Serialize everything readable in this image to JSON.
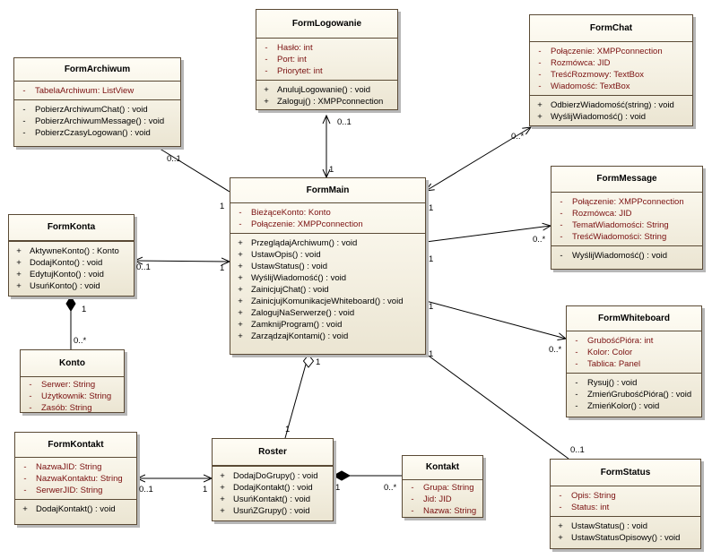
{
  "classes": {
    "logowanie": {
      "name": "FormLogowanie",
      "attributes": [
        {
          "vis": "-",
          "text": "Hasło:  int"
        },
        {
          "vis": "-",
          "text": "Port:  int"
        },
        {
          "vis": "-",
          "text": "Priorytet:  int"
        }
      ],
      "operations": [
        {
          "vis": "+",
          "text": "AnulujLogowanie() : void"
        },
        {
          "vis": "+",
          "text": "Zaloguj() : XMPPconnection"
        }
      ]
    },
    "chat": {
      "name": "FormChat",
      "attributes": [
        {
          "vis": "-",
          "text": "Połączenie:  XMPPconnection"
        },
        {
          "vis": "-",
          "text": "Rozmówca:  JID"
        },
        {
          "vis": "-",
          "text": "TreśćRozmowy:  TextBox"
        },
        {
          "vis": "-",
          "text": "Wiadomość:  TextBox"
        }
      ],
      "operations": [
        {
          "vis": "+",
          "text": "OdbierzWiadomość(string) : void"
        },
        {
          "vis": "+",
          "text": "WyślijWiadomość() : void"
        }
      ]
    },
    "archiwum": {
      "name": "FormArchiwum",
      "attributes": [
        {
          "vis": "-",
          "text": "TabelaArchiwum:  ListView"
        }
      ],
      "operations": [
        {
          "vis": "-",
          "text": "PobierzArchiwumChat() : void"
        },
        {
          "vis": "-",
          "text": "PobierzArchiwumMessage() : void"
        },
        {
          "vis": "-",
          "text": "PobierzCzasyLogowan() : void"
        }
      ]
    },
    "main": {
      "name": "FormMain",
      "attributes": [
        {
          "vis": "-",
          "text": "BieżąceKonto:  Konto"
        },
        {
          "vis": "-",
          "text": "Połączenie:  XMPPconnection"
        }
      ],
      "operations": [
        {
          "vis": "+",
          "text": "PrzeglądajArchiwum() : void"
        },
        {
          "vis": "+",
          "text": "UstawOpis() : void"
        },
        {
          "vis": "+",
          "text": "UstawStatus() : void"
        },
        {
          "vis": "+",
          "text": "WyślijWiadomość() : void"
        },
        {
          "vis": "+",
          "text": "ZainicjujChat() : void"
        },
        {
          "vis": "+",
          "text": "ZainicjujKomunikacjeWhiteboard() : void"
        },
        {
          "vis": "+",
          "text": "ZalogujNaSerwerze() : void"
        },
        {
          "vis": "+",
          "text": "ZamknijProgram() : void"
        },
        {
          "vis": "+",
          "text": "ZarządzajKontami() : void"
        }
      ]
    },
    "message": {
      "name": "FormMessage",
      "attributes": [
        {
          "vis": "-",
          "text": "Połączenie:  XMPPconnection"
        },
        {
          "vis": "-",
          "text": "Rozmówca:  JID"
        },
        {
          "vis": "-",
          "text": "TematWiadomości:  String"
        },
        {
          "vis": "-",
          "text": "TreśćWiadomości:  String"
        }
      ],
      "operations": [
        {
          "vis": "-",
          "text": "WyślijWiadomość() : void"
        }
      ]
    },
    "konta": {
      "name": "FormKonta",
      "attributes": [],
      "operations": [
        {
          "vis": "+",
          "text": "AktywneKonto() : Konto"
        },
        {
          "vis": "+",
          "text": "DodajKonto() : void"
        },
        {
          "vis": "+",
          "text": "EdytujKonto() : void"
        },
        {
          "vis": "+",
          "text": "UsuńKonto() : void"
        }
      ]
    },
    "whiteboard": {
      "name": "FormWhiteboard",
      "attributes": [
        {
          "vis": "-",
          "text": "GrubośćPióra:  int"
        },
        {
          "vis": "-",
          "text": "Kolor:  Color"
        },
        {
          "vis": "-",
          "text": "Tablica:  Panel"
        }
      ],
      "operations": [
        {
          "vis": "-",
          "text": "Rysuj() : void"
        },
        {
          "vis": "-",
          "text": "ZmieńGrubośćPióra() : void"
        },
        {
          "vis": "-",
          "text": "ZmieńKolor() : void"
        }
      ]
    },
    "konto": {
      "name": "Konto",
      "attributes": [
        {
          "vis": "-",
          "text": "Serwer:  String"
        },
        {
          "vis": "-",
          "text": "Użytkownik:  String"
        },
        {
          "vis": "-",
          "text": "Zasób:  String"
        }
      ],
      "operations": []
    },
    "kontakt_form": {
      "name": "FormKontakt",
      "attributes": [
        {
          "vis": "-",
          "text": "NazwaJID:  String"
        },
        {
          "vis": "-",
          "text": "NazwaKontaktu:  String"
        },
        {
          "vis": "-",
          "text": "SerwerJID:  String"
        }
      ],
      "operations": [
        {
          "vis": "+",
          "text": "DodajKontakt() : void"
        }
      ]
    },
    "roster": {
      "name": "Roster",
      "attributes": [],
      "operations": [
        {
          "vis": "+",
          "text": "DodajDoGrupy() : void"
        },
        {
          "vis": "+",
          "text": "DodajKontakt() : void"
        },
        {
          "vis": "+",
          "text": "UsuńKontakt() : void"
        },
        {
          "vis": "+",
          "text": "UsuńZGrupy() : void"
        }
      ]
    },
    "kontakt": {
      "name": "Kontakt",
      "attributes": [
        {
          "vis": "-",
          "text": "Grupa:  String"
        },
        {
          "vis": "-",
          "text": "Jid:  JID"
        },
        {
          "vis": "-",
          "text": "Nazwa:  String"
        }
      ],
      "operations": []
    },
    "status": {
      "name": "FormStatus",
      "attributes": [
        {
          "vis": "-",
          "text": "Opis:  String"
        },
        {
          "vis": "-",
          "text": "Status:  int"
        }
      ],
      "operations": [
        {
          "vis": "+",
          "text": "UstawStatus() : void"
        },
        {
          "vis": "+",
          "text": "UstawStatusOpisowy() : void"
        }
      ]
    }
  },
  "multiplicities": {
    "logowanie_end": "0..1",
    "main_logowanie": "1",
    "archiwum_end": "0..1",
    "main_archiwum": "1",
    "chat_end": "0..*",
    "main_chat": "1",
    "message_end": "0..*",
    "main_message": "1",
    "konta_end": "0..1",
    "main_konta": "1",
    "whiteboard_end": "0..*",
    "main_whiteboard": "1",
    "status_end": "0..1",
    "main_status": "1",
    "konta_konto": "1",
    "konto_end": "0..*",
    "main_roster": "1",
    "roster_main": "1",
    "kontaktform_end": "0..1",
    "roster_kontaktform": "1",
    "roster_kontakt": "1",
    "kontakt_end": "0..*"
  }
}
